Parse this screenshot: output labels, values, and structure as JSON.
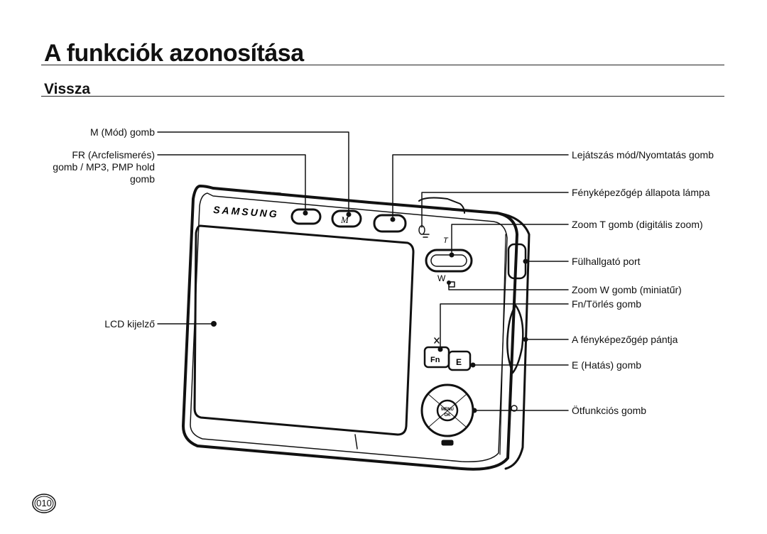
{
  "page": {
    "title": "A funkciók azonosítása",
    "subtitle": "Vissza",
    "page_number": "010"
  },
  "camera": {
    "brand_text": "SAMSUNG",
    "t_mark": "T",
    "w_mark": "W",
    "fn_text": "Fn",
    "e_text": "E",
    "m_text": "M",
    "menu_text": "MENU",
    "ok_text": "OK"
  },
  "labels": {
    "mode_button": "M (Mód) gomb",
    "fr_button": "FR (Arcfelismerés) gomb / MP3, PMP hold gomb",
    "lcd": "LCD kijelző",
    "playback_button": "Lejátszás mód/Nyomtatás gomb",
    "status_lamp": "Fényképezőgép állapota lámpa",
    "zoom_t": "Zoom T gomb (digitális zoom)",
    "earphone_port": "Fülhallgató port",
    "zoom_w": "Zoom W gomb (miniatűr)",
    "fn_delete": "Fn/Törlés gomb",
    "strap": "A fényképezőgép pántja",
    "e_button": "E (Hatás) gomb",
    "five_function": "Ötfunkciós gomb"
  }
}
